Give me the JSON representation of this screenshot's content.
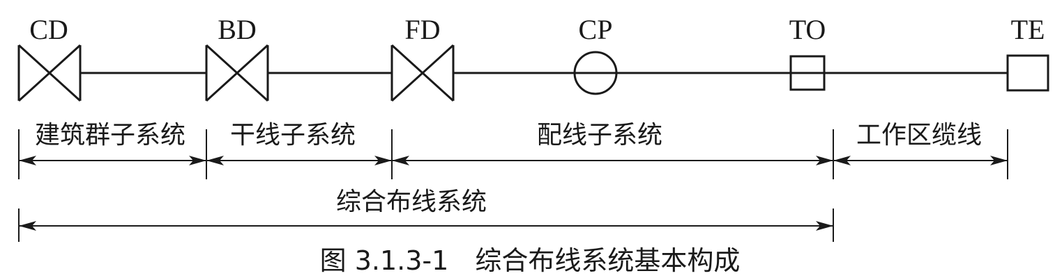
{
  "nodes": {
    "cd": "CD",
    "bd": "BD",
    "fd": "FD",
    "cp": "CP",
    "to": "TO",
    "te": "TE"
  },
  "spans": {
    "campus": "建筑群子系统",
    "backbone": "干线子系统",
    "horizontal": "配线子系统",
    "work_area": "工作区缆线"
  },
  "system": "综合布线系统",
  "caption": "图 3.1.3-1　综合布线系统基本构成"
}
